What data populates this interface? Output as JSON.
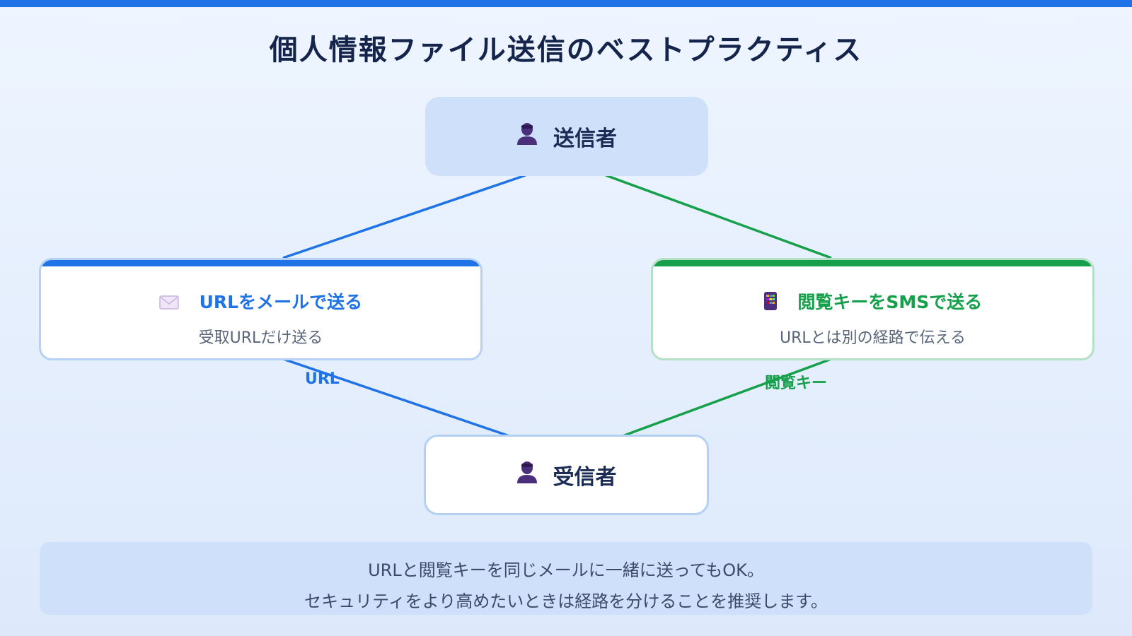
{
  "title": "個人情報ファイル送信のベストプラクティス",
  "colors": {
    "accent_blue": "#1f73e6",
    "accent_green": "#17a04b",
    "node_fill": "#cfe1fa",
    "person_icon": "#4b2f7a"
  },
  "sender": {
    "label": "送信者",
    "icon": "person-icon"
  },
  "receiver": {
    "label": "受信者",
    "icon": "person-icon"
  },
  "url_path": {
    "icon": "envelope-icon",
    "title": "URLをメールで送る",
    "subtitle": "受取URLだけ送る",
    "edge_label": "URL"
  },
  "key_path": {
    "icon": "mobile-phone-icon",
    "title": "閲覧キーをSMSで送る",
    "subtitle": "URLとは別の経路で伝える",
    "edge_label": "閲覧キー"
  },
  "note": {
    "line1": "URLと閲覧キーを同じメールに一緒に送ってもOK。",
    "line2": "セキュリティをより高めたいときは経路を分けることを推奨します。"
  }
}
